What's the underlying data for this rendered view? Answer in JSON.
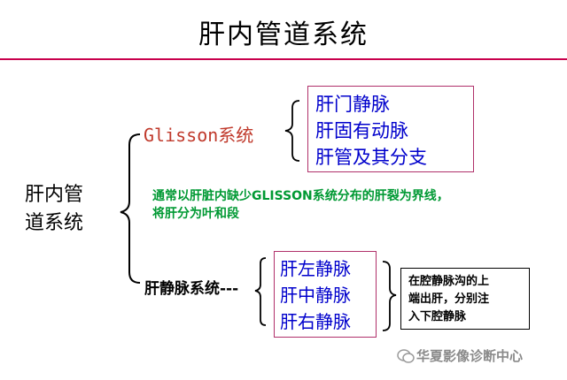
{
  "title": "肝内管道系统",
  "root": {
    "label_line1": "肝内管",
    "label_line2": "道系统"
  },
  "glisson": {
    "label_latin": "Glisson",
    "label_cn": "系统",
    "items": [
      "肝门静脉",
      "肝固有动脉",
      "肝管及其分支"
    ]
  },
  "note": {
    "line1": "通常以肝脏内缺少GLISSON系统分布的肝裂为界线，",
    "line2": "将肝分为叶和段"
  },
  "hepatic_vein": {
    "label": "肝静脉系统---",
    "items": [
      "肝左静脉",
      "肝中静脉",
      "肝右静脉"
    ]
  },
  "description": {
    "line1": "在腔静脉沟的上",
    "line2": "端出肝，分别注",
    "line3": "入下腔静脉"
  },
  "watermark": "华夏影像诊断中心",
  "colors": {
    "title_rule": "#c8004c",
    "glisson_label": "#c0392b",
    "box_text": "#0000cc",
    "box_border": "#b0306a",
    "note_text": "#009933"
  }
}
